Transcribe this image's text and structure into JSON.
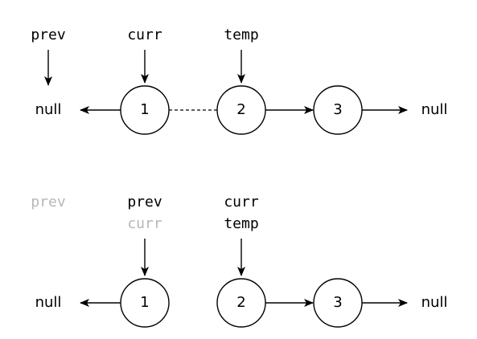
{
  "colors": {
    "stroke": "#000000",
    "faded_text": "#b7b7b7",
    "background": "#ffffff"
  },
  "top": {
    "pointers": {
      "prev": "prev",
      "curr": "curr",
      "temp": "temp"
    },
    "null_left": "null",
    "null_right": "null",
    "nodes": [
      "1",
      "2",
      "3"
    ],
    "dashed_link_between": [
      "1",
      "2"
    ]
  },
  "bottom": {
    "pointers": {
      "old_prev": "prev",
      "prev": "prev",
      "old_curr": "curr",
      "curr": "curr",
      "temp": "temp"
    },
    "null_left": "null",
    "null_right": "null",
    "nodes": [
      "1",
      "2",
      "3"
    ]
  }
}
